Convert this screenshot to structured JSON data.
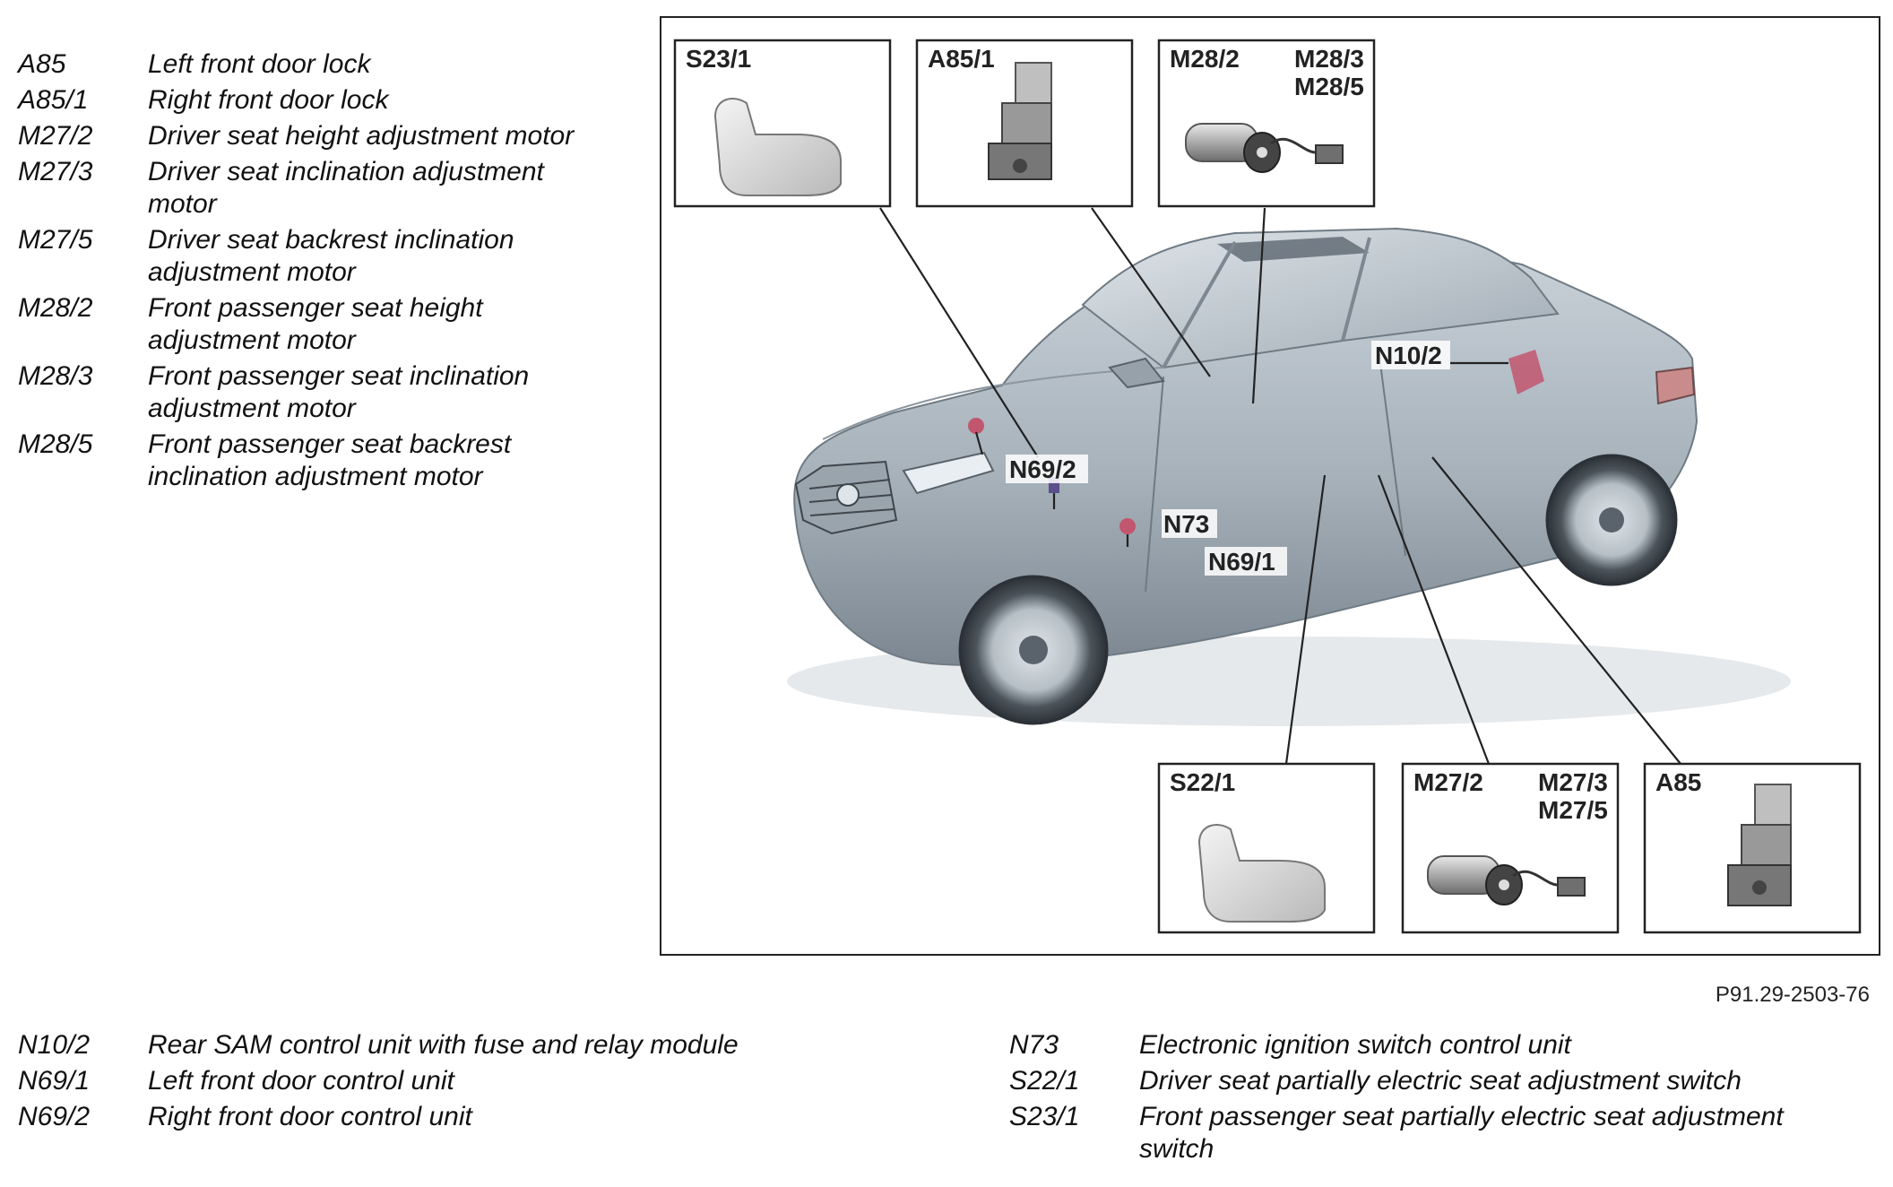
{
  "legend_top": [
    {
      "code": "A85",
      "desc": "Left front door lock"
    },
    {
      "code": "A85/1",
      "desc": "Right front door lock"
    },
    {
      "code": "M27/2",
      "desc": "Driver seat height adjustment motor"
    },
    {
      "code": "M27/3",
      "desc": "Driver seat inclination adjustment motor"
    },
    {
      "code": "M27/5",
      "desc": "Driver seat backrest inclination adjustment motor"
    },
    {
      "code": "M28/2",
      "desc": "Front passenger seat height adjustment motor"
    },
    {
      "code": "M28/3",
      "desc": "Front passenger seat inclination adjustment motor"
    },
    {
      "code": "M28/5",
      "desc": "Front passenger seat backrest inclination adjustment motor"
    }
  ],
  "legend_bottom_left": [
    {
      "code": "N10/2",
      "desc": "Rear SAM control unit with fuse and relay module"
    },
    {
      "code": "N69/1",
      "desc": "Left front door control unit"
    },
    {
      "code": "N69/2",
      "desc": "Right front door control unit"
    }
  ],
  "legend_bottom_right": [
    {
      "code": "N73",
      "desc": "Electronic ignition switch control unit"
    },
    {
      "code": "S22/1",
      "desc": "Driver seat partially electric seat adjustment switch"
    },
    {
      "code": "S23/1",
      "desc": "Front passenger seat partially electric seat adjustment switch"
    }
  ],
  "callouts": {
    "s23_1": "S23/1",
    "a85_1": "A85/1",
    "m28_2": "M28/2",
    "m28_3": "M28/3",
    "m28_5": "M28/5",
    "s22_1": "S22/1",
    "m27_2": "M27/2",
    "m27_3": "M27/3",
    "m27_5": "M27/5",
    "a85": "A85"
  },
  "pins": {
    "n10_2": "N10/2",
    "n69_2": "N69/2",
    "n73": "N73",
    "n69_1": "N69/1"
  },
  "figure_id": "P91.29-2503-76",
  "colors": {
    "car_body": "#a9b4bd",
    "car_shadow": "#7d8891",
    "component_highlight": "#c2566e"
  }
}
